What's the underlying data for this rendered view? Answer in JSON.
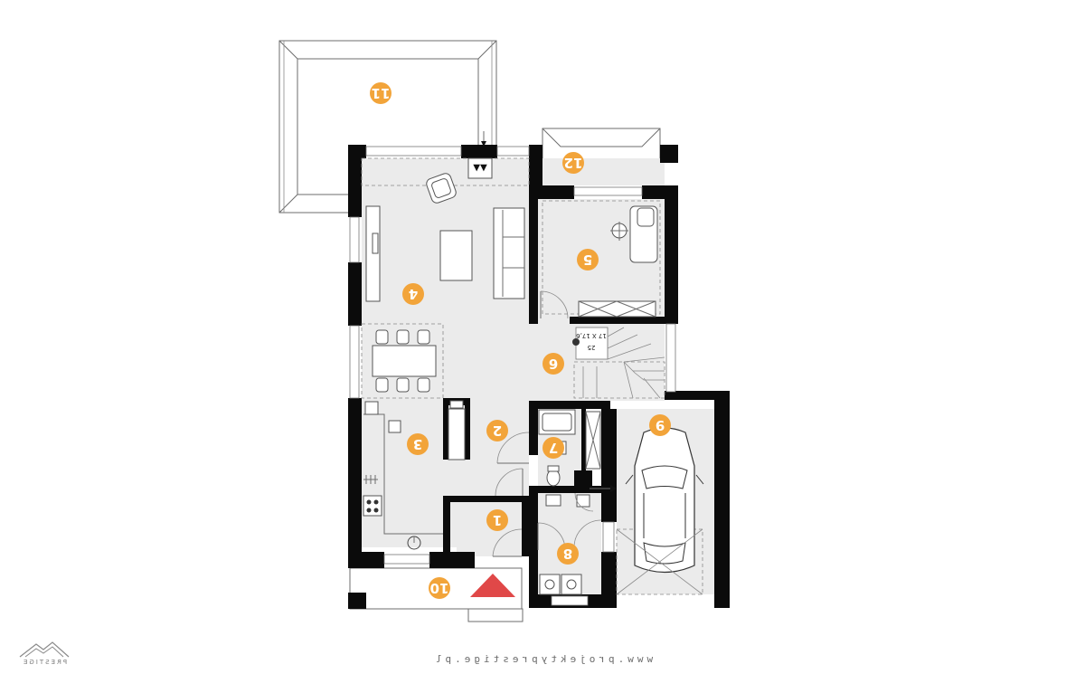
{
  "footer": {
    "website": "www.projektyprestige.pl"
  },
  "logo": {
    "text": "PRESTIGE"
  },
  "stairs": {
    "label_1": "17 X 17,6",
    "label_2": "25"
  },
  "rooms": [
    {
      "id": "1",
      "label": "1"
    },
    {
      "id": "2",
      "label": "2"
    },
    {
      "id": "3",
      "label": "3"
    },
    {
      "id": "4",
      "label": "4"
    },
    {
      "id": "5",
      "label": "5"
    },
    {
      "id": "6",
      "label": "6"
    },
    {
      "id": "7",
      "label": "7"
    },
    {
      "id": "8",
      "label": "8"
    },
    {
      "id": "9",
      "label": "9"
    },
    {
      "id": "10",
      "label": "10"
    },
    {
      "id": "11",
      "label": "11"
    },
    {
      "id": "12",
      "label": "12"
    }
  ],
  "colors": {
    "badge": "#f2a43a",
    "entrance_arrow": "#e04848",
    "wall": "#0b0b0b",
    "floor": "#ebebeb"
  }
}
